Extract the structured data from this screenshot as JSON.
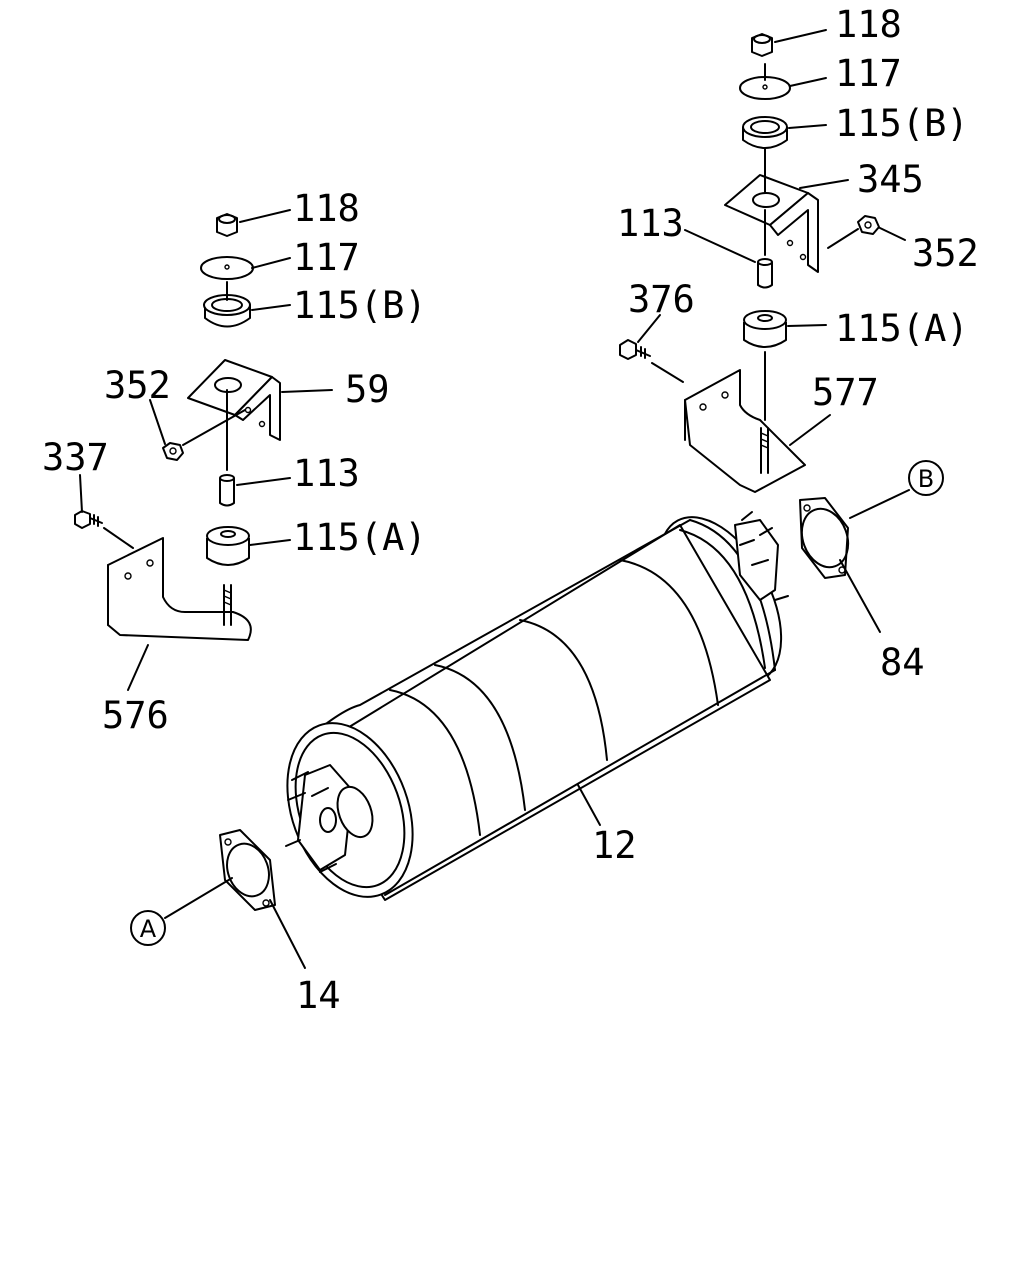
{
  "labels": {
    "l118": "118",
    "l117": "117",
    "l115b": "115(B)",
    "l59": "59",
    "l352": "352",
    "l337": "337",
    "l113": "113",
    "l115a": "115(A)",
    "l576": "576",
    "r118": "118",
    "r117": "117",
    "r115b": "115(B)",
    "r345": "345",
    "r352": "352",
    "r113": "113",
    "r376": "376",
    "r115a": "115(A)",
    "r577": "577",
    "muffler": "12",
    "gasket_front": "14",
    "gasket_rear": "84",
    "ref_a": "A",
    "ref_b": "B"
  }
}
